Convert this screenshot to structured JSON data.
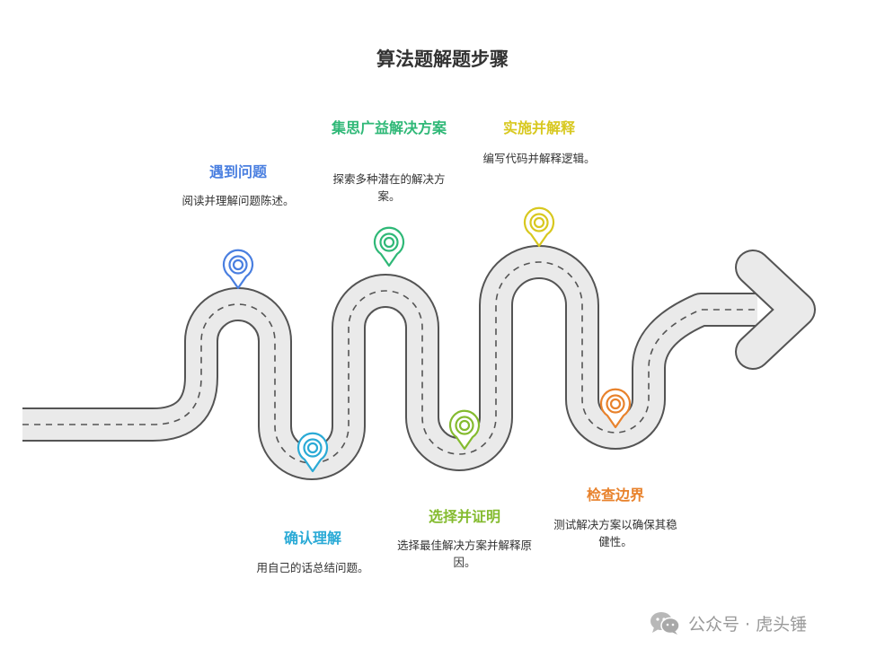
{
  "title": "算法题解题步骤",
  "steps": [
    {
      "title": "遇到问题",
      "desc": "阅读并理解问题陈述。",
      "color": "#4a7fe0"
    },
    {
      "title": "确认理解",
      "desc": "用自己的话总结问题。",
      "color": "#2aaad6"
    },
    {
      "title": "集思广益解决方案",
      "desc": "探索多种潜在的解决方案。",
      "color": "#2fb877"
    },
    {
      "title": "选择并证明",
      "desc": "选择最佳解决方案并解释原因。",
      "color": "#84bb2f"
    },
    {
      "title": "实施并解释",
      "desc": "编写代码并解释逻辑。",
      "color": "#d8c81f"
    },
    {
      "title": "检查边界",
      "desc": "测试解决方案以确保其稳健性。",
      "color": "#e8822c"
    }
  ],
  "road": {
    "fill": "#eaeaea",
    "border": "#545454",
    "dash": "#555555"
  },
  "watermark": {
    "text": "公众号 · 虎头锤",
    "icon": "wechat-icon"
  }
}
